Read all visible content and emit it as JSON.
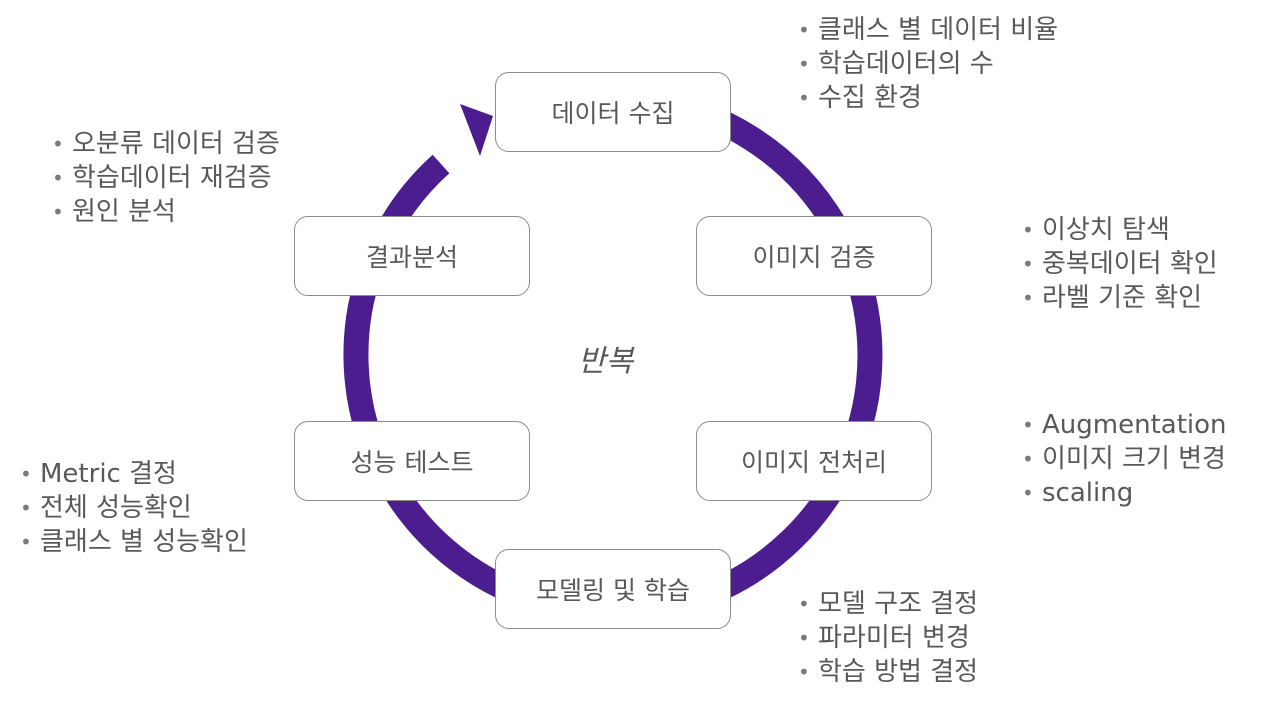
{
  "diagram": {
    "center_label": "반복",
    "arrow_color": "#4b1d8f",
    "stages": [
      {
        "id": "collect",
        "label": "데이터 수집",
        "notes": [
          "클래스 별 데이터 비율",
          "학습데이터의 수",
          "수집 환경"
        ]
      },
      {
        "id": "verify",
        "label": "이미지 검증",
        "notes": [
          "이상치 탐색",
          "중복데이터 확인",
          "라벨 기준 확인"
        ]
      },
      {
        "id": "preprocess",
        "label": "이미지 전처리",
        "notes": [
          "Augmentation",
          "이미지 크기 변경",
          "scaling"
        ]
      },
      {
        "id": "train",
        "label": "모델링 및 학습",
        "notes": [
          "모델 구조 결정",
          "파라미터 변경",
          "학습 방법 결정"
        ]
      },
      {
        "id": "test",
        "label": "성능 테스트",
        "notes": [
          "Metric 결정",
          "전체 성능확인",
          "클래스 별 성능확인"
        ]
      },
      {
        "id": "analysis",
        "label": "결과분석",
        "notes": [
          "오분류 데이터 검증",
          "학습데이터 재검증",
          "원인 분석"
        ]
      }
    ]
  }
}
